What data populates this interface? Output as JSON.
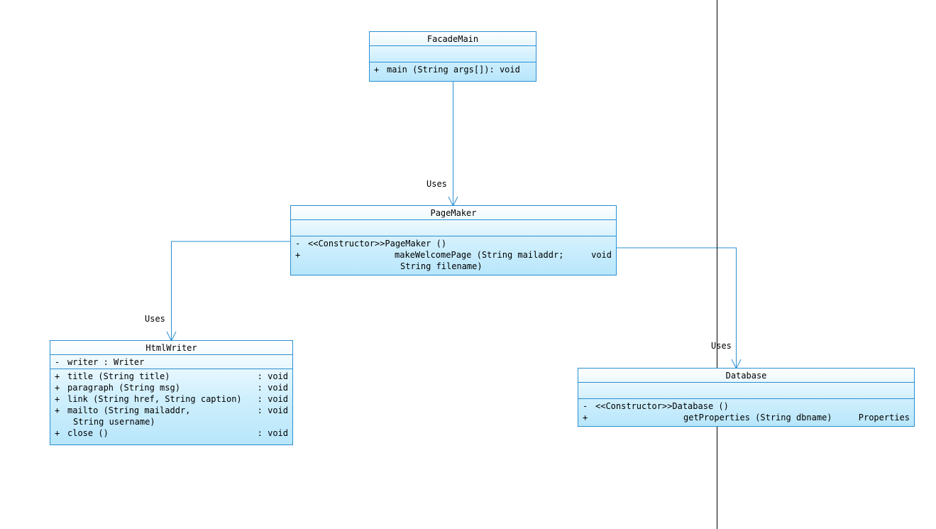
{
  "diagram": {
    "colors": {
      "border": "#2a8fd0",
      "fill_top": "#ffffff",
      "fill_bottom": "#b8e6fb",
      "connector": "#2a8fd0",
      "divider_line": "#000000"
    },
    "classes": {
      "facade_main": {
        "name": "FacadeMain",
        "attributes": [],
        "operations": [
          {
            "visibility": "+",
            "signature": "main (String args[]): void",
            "return": ""
          }
        ]
      },
      "page_maker": {
        "name": "PageMaker",
        "attributes": [],
        "operations": [
          {
            "visibility": "-",
            "signature": "<<Constructor>>PageMaker ()",
            "return": ""
          },
          {
            "visibility": "+",
            "signature": "makeWelcomePage (String mailaddr;",
            "signature_line2": "String filename)",
            "return": "void"
          }
        ]
      },
      "html_writer": {
        "name": "HtmlWriter",
        "attributes": [
          {
            "visibility": "-",
            "signature": "writer : Writer"
          }
        ],
        "operations": [
          {
            "visibility": "+",
            "signature": "title (String title)",
            "return": ": void"
          },
          {
            "visibility": "+",
            "signature": "paragraph (String msg)",
            "return": ": void"
          },
          {
            "visibility": "+",
            "signature": "link (String href, String caption)",
            "return": ": void"
          },
          {
            "visibility": "+",
            "signature": "mailto (String mailaddr,",
            "signature_line2": "String username)",
            "return": ": void"
          },
          {
            "visibility": "+",
            "signature": "close ()",
            "return": ": void"
          }
        ]
      },
      "database": {
        "name": "Database",
        "attributes": [],
        "operations": [
          {
            "visibility": "-",
            "signature": "<<Constructor>>Database ()",
            "return": ""
          },
          {
            "visibility": "+",
            "signature": "getProperties (String dbname)",
            "return": "Properties"
          }
        ]
      }
    },
    "relationships": [
      {
        "from": "FacadeMain",
        "to": "PageMaker",
        "label": "Uses"
      },
      {
        "from": "PageMaker",
        "to": "HtmlWriter",
        "label": "Uses"
      },
      {
        "from": "PageMaker",
        "to": "Database",
        "label": "Uses"
      }
    ]
  }
}
